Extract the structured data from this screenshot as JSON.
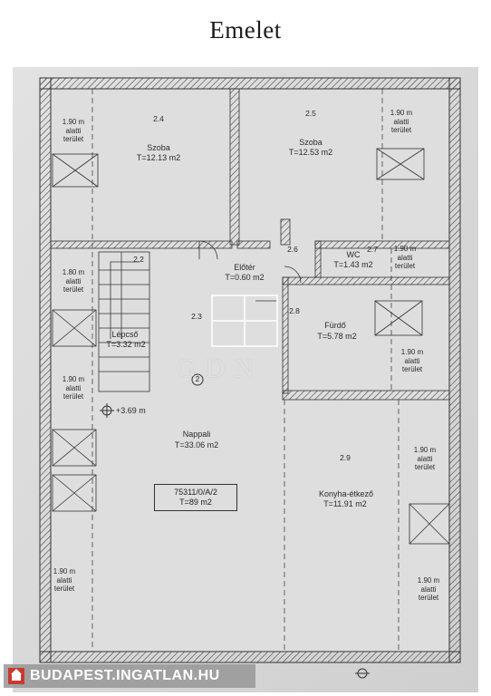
{
  "page": {
    "title": "Emelet"
  },
  "footer": {
    "site": "BUDAPEST.INGATLAN.HU"
  },
  "watermark": {
    "text": "GDN"
  },
  "plan": {
    "rooms": [
      {
        "id": "2.4",
        "name": "Szoba",
        "area": "T=12.13 m2"
      },
      {
        "id": "2.5",
        "name": "Szoba",
        "area": "T=12.53 m2"
      },
      {
        "id": "2.6",
        "name": "Előtér",
        "area": "T=0.60 m2"
      },
      {
        "id": "2.7",
        "name": "WC",
        "area": "T=1.43 m2"
      },
      {
        "id": "2.2",
        "name": "Lépcső",
        "area": "T=3.32 m2"
      },
      {
        "id": "2.3",
        "name": "Nappali",
        "area": "T=33.06 m2"
      },
      {
        "id": "2.8",
        "name": "Fürdő",
        "area": "T=5.78 m2"
      },
      {
        "id": "2.9",
        "name": "Konyha-étkező",
        "area": "T=11.91 m2"
      }
    ],
    "low_ceiling_label": [
      "1.90 m",
      "alatti",
      "terület"
    ],
    "low_ceiling_label_alt": [
      "1.80 m",
      "alatti",
      "terület"
    ],
    "level_mark": "+3.69 m",
    "circle_mark": "2",
    "parcel": {
      "id": "75311/0/A/2",
      "area": "T=89 m2"
    }
  }
}
